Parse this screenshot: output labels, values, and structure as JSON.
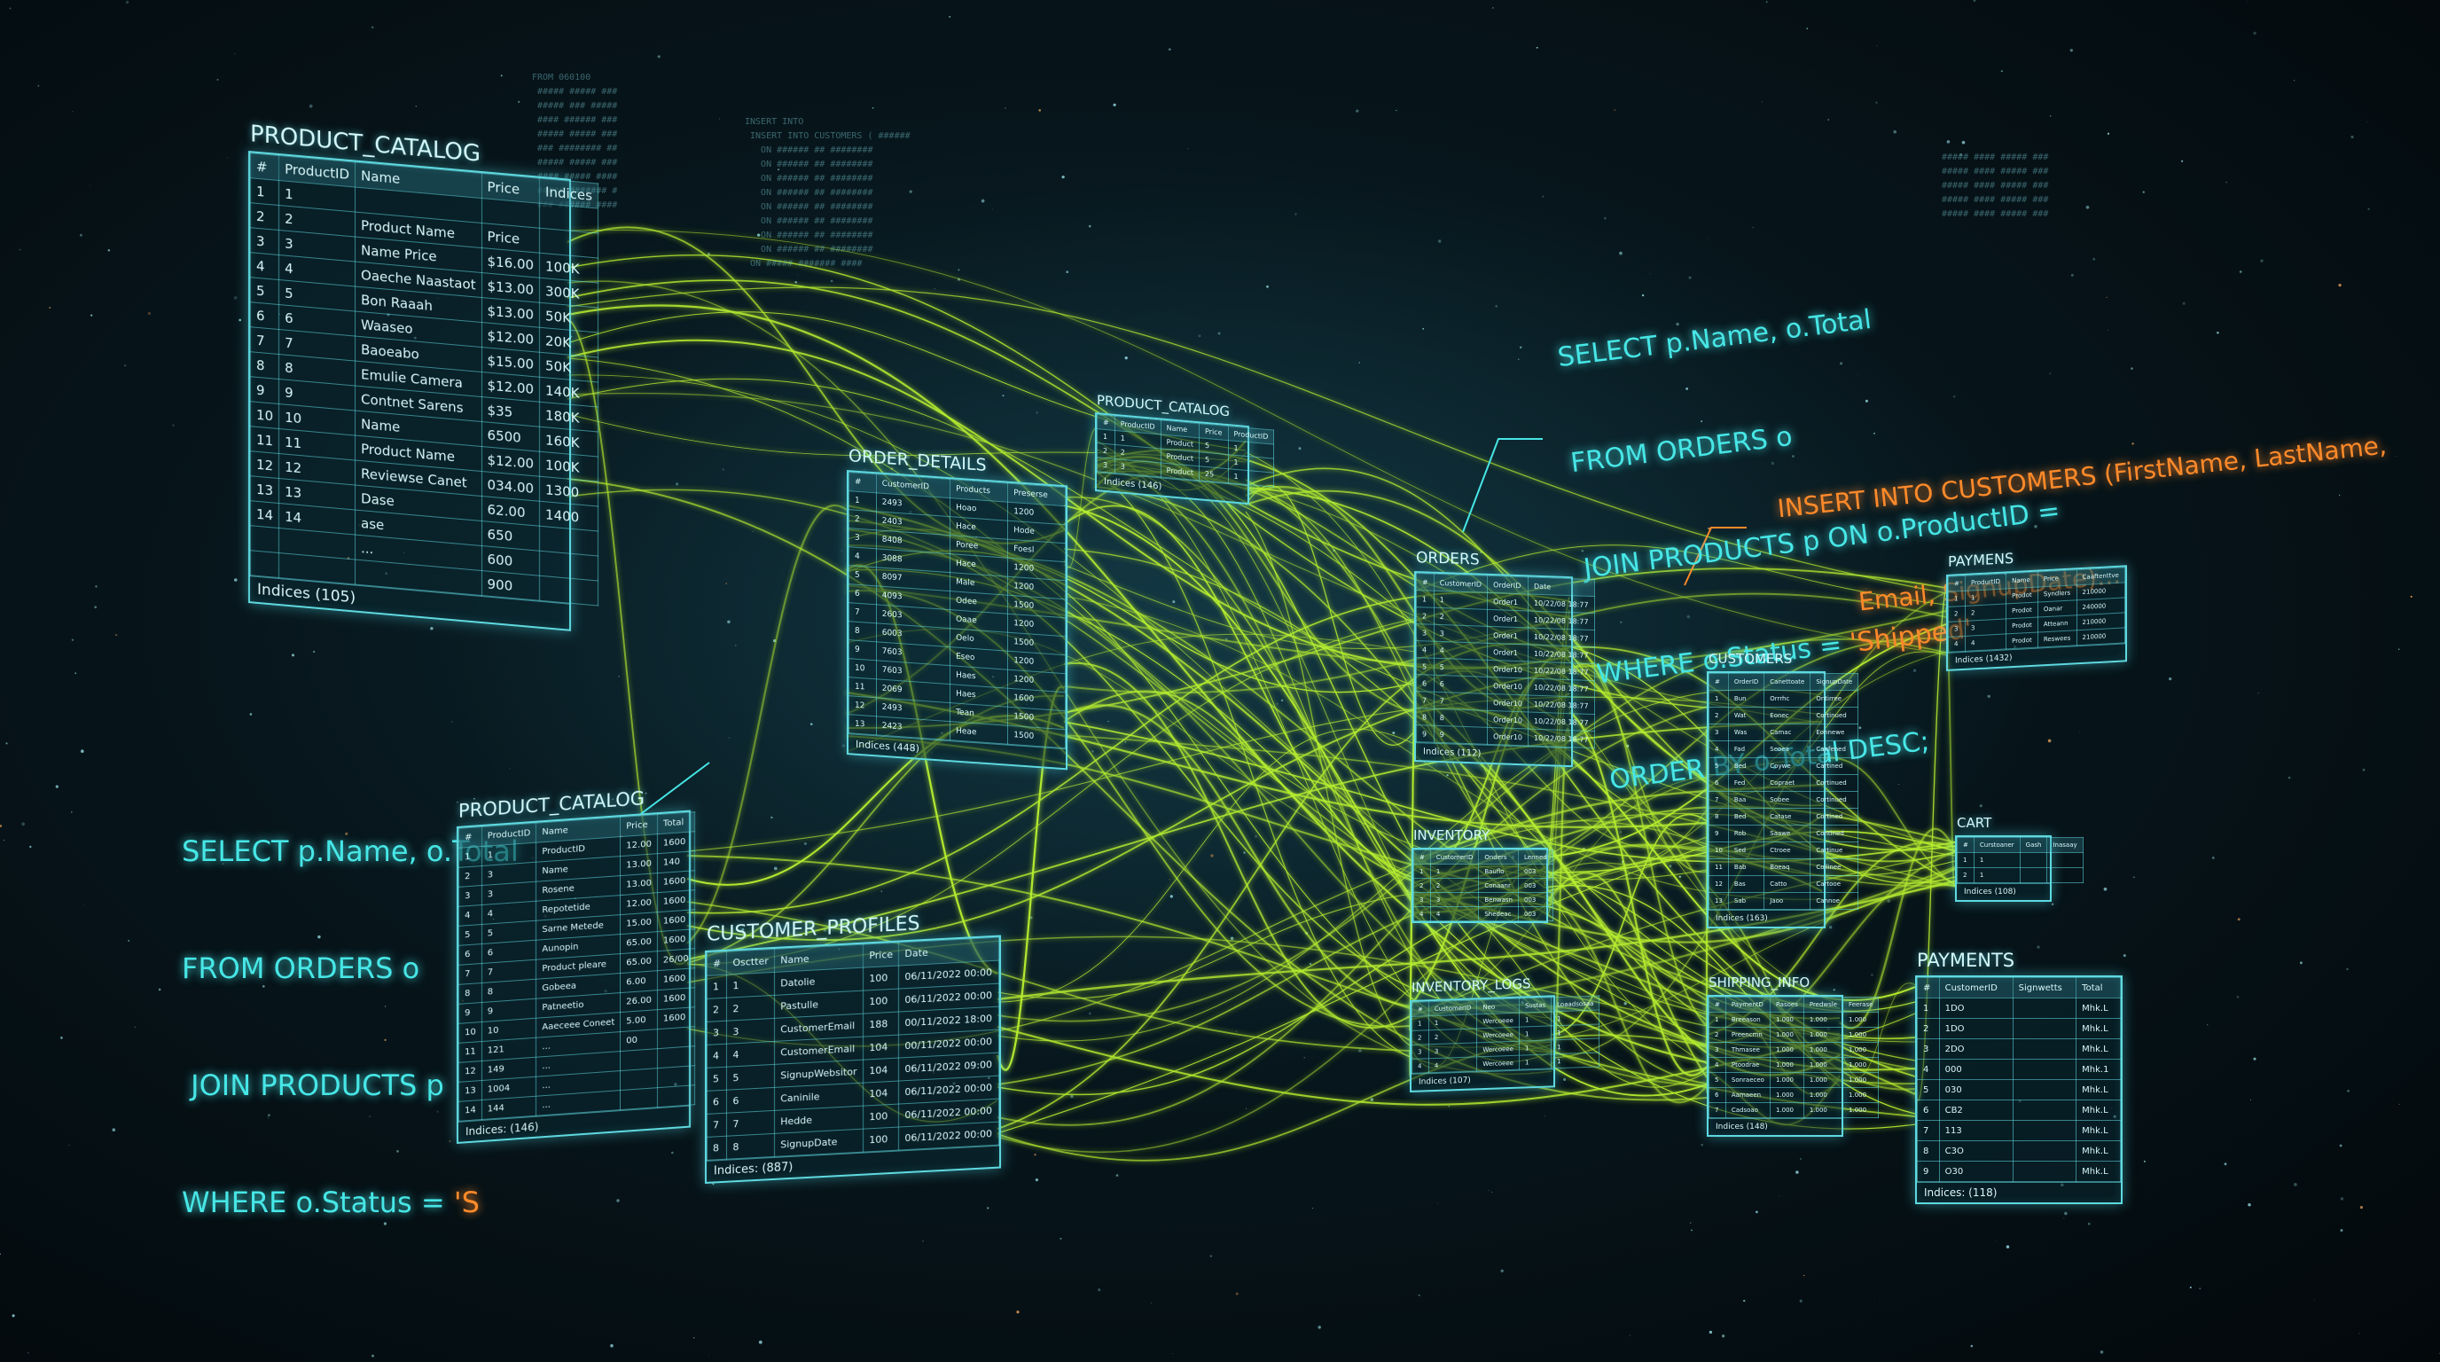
{
  "colors": {
    "panel_border": "#5fd9e0",
    "link_line": "#b8f030",
    "sql_cyan": "#47e6e6",
    "sql_orange": "#ff8a2a",
    "background": "#03080b"
  },
  "sql_top_right": {
    "lines": [
      "SELECT p.Name, o.Total",
      "FROM ORDERS o",
      "JOIN PRODUCTS p ON o.ProductID =",
      "WHERE o.Status = ",
      "ORDER BY o.Total DESC;"
    ],
    "shipped": "'Shipped'"
  },
  "sql_insert": {
    "lines": [
      "INSERT INTO CUSTOMERS (FirstName, LastName,",
      "Email, SignupDate)..."
    ]
  },
  "sql_left": {
    "lines": [
      "SELECT p.Name, o.Total",
      "FROM ORDERS o",
      " JOIN PRODUCTS p",
      "WHERE o.Status = "
    ],
    "tail": "'S"
  },
  "tables": {
    "product_catalog_main": {
      "title": "PRODUCT_CATALOG",
      "columns": [
        "#",
        "ProductID",
        "Name",
        "Price",
        "Indices"
      ],
      "rows": [
        [
          "1",
          "1",
          "",
          "",
          ""
        ],
        [
          "2",
          "2",
          "Product Name",
          "Price",
          ""
        ],
        [
          "3",
          "3",
          "Name Price",
          "$16.00",
          "100K"
        ],
        [
          "4",
          "4",
          "Oaeche Naastaot",
          "$13.00",
          "300K"
        ],
        [
          "5",
          "5",
          "Bon Raaah",
          "$13.00",
          "50K"
        ],
        [
          "6",
          "6",
          "Waaseo",
          "$12.00",
          "20K"
        ],
        [
          "7",
          "7",
          "Baoeabo",
          "$15.00",
          "50K"
        ],
        [
          "8",
          "8",
          "Emulie Camera",
          "$12.00",
          "140K"
        ],
        [
          "9",
          "9",
          "Contnet Sarens",
          "$35",
          "180K"
        ],
        [
          "10",
          "10",
          "Name",
          "6500",
          "160K"
        ],
        [
          "11",
          "11",
          "Product Name",
          "$12.00",
          "100K"
        ],
        [
          "12",
          "12",
          "Reviewse Canet",
          "034.00",
          "1300"
        ],
        [
          "13",
          "13",
          "Dase",
          "62.00",
          "1400"
        ],
        [
          "14",
          "14",
          "ase",
          "650",
          ""
        ],
        [
          "",
          "",
          "...",
          "600",
          ""
        ],
        [
          "",
          "",
          "",
          "900",
          ""
        ]
      ],
      "footer": "Indices (105)"
    },
    "product_catalog_small": {
      "title": "PRODUCT_CATALOG",
      "columns": [
        "#",
        "ProductID",
        "Name",
        "Price",
        "ProductID"
      ],
      "rows": [
        [
          "1",
          "1",
          "Product",
          "5",
          "1"
        ],
        [
          "2",
          "2",
          "Product",
          "5",
          "1"
        ],
        [
          "3",
          "3",
          "Product",
          "25",
          "1"
        ]
      ],
      "footer": "Indices (146)"
    },
    "order_details": {
      "title": "ORDER_DETAILS",
      "columns": [
        "#",
        "CustomerID",
        "Products",
        "Preserse"
      ],
      "rows": [
        [
          "1",
          "2493",
          "Hoao",
          "1200"
        ],
        [
          "2",
          "2403",
          "Hace",
          "Hode"
        ],
        [
          "3",
          "8408",
          "Poree",
          "Foesl"
        ],
        [
          "4",
          "3088",
          "Hace",
          "1200"
        ],
        [
          "5",
          "8097",
          "Male",
          "1200"
        ],
        [
          "6",
          "4093",
          "Odee",
          "1500"
        ],
        [
          "7",
          "2603",
          "Oaae",
          "1200"
        ],
        [
          "8",
          "6003",
          "Oelo",
          "1500"
        ],
        [
          "9",
          "7603",
          "Eseo",
          "1200"
        ],
        [
          "10",
          "7603",
          "Haes",
          "1200"
        ],
        [
          "11",
          "2069",
          "Haes",
          "1600"
        ],
        [
          "12",
          "2493",
          "Tean",
          "1500"
        ],
        [
          "13",
          "2423",
          "Heae",
          "1500"
        ]
      ],
      "footer": "Indices (448)"
    },
    "product_catalog_left": {
      "title": "PRODUCT_CATALOG",
      "columns": [
        "#",
        "ProductID",
        "Name",
        "Price",
        "Total"
      ],
      "rows": [
        [
          "1",
          "1",
          "ProductID",
          "12.00",
          "1600"
        ],
        [
          "2",
          "3",
          "Name",
          "13.00",
          "140"
        ],
        [
          "3",
          "3",
          "Rosene",
          "13.00",
          "1600"
        ],
        [
          "4",
          "4",
          "Repotetide",
          "12.00",
          "1600"
        ],
        [
          "5",
          "5",
          "Sarne Metede",
          "15.00",
          "1600"
        ],
        [
          "6",
          "6",
          "Aunopin",
          "65.00",
          "1600"
        ],
        [
          "7",
          "7",
          "Product pleare",
          "65.00",
          "26/00"
        ],
        [
          "8",
          "8",
          "Gobeea",
          "6.00",
          "1600"
        ],
        [
          "9",
          "9",
          "Patneetio",
          "26.00",
          "1600"
        ],
        [
          "10",
          "10",
          "Aaeceee Coneet",
          "5.00",
          "1600"
        ],
        [
          "11",
          "121",
          "...",
          "00",
          ""
        ],
        [
          "12",
          "149",
          "...",
          "",
          ""
        ],
        [
          "13",
          "1004",
          "...",
          "",
          ""
        ],
        [
          "14",
          "144",
          "...",
          "",
          ""
        ]
      ],
      "footer": "Indices: (146)"
    },
    "customer_profiles": {
      "title": "CUSTOMER_PROFILES",
      "columns": [
        "#",
        "Osctter",
        "Name",
        "Price",
        "Date"
      ],
      "rows": [
        [
          "1",
          "1",
          "Datolie",
          "100",
          "06/11/2022 00:00"
        ],
        [
          "2",
          "2",
          "Pastulle",
          "100",
          "06/11/2022 00:00"
        ],
        [
          "3",
          "3",
          "CustomerEmail",
          "188",
          "00/11/2022 18:00"
        ],
        [
          "4",
          "4",
          "CustomerEmail",
          "104",
          "00/11/2022 00:00"
        ],
        [
          "5",
          "5",
          "SignupWebsitor",
          "104",
          "06/11/2022 09:00"
        ],
        [
          "6",
          "6",
          "Caninile",
          "104",
          "06/11/2022 00:00"
        ],
        [
          "7",
          "7",
          "Hedde",
          "100",
          "06/11/2022 00:00"
        ],
        [
          "8",
          "8",
          "SignupDate",
          "100",
          "06/11/2022 00:00"
        ]
      ],
      "footer": "Indices: (887)"
    },
    "orders": {
      "title": "ORDERS",
      "columns": [
        "#",
        "CustomerID",
        "OrderID",
        "Date"
      ],
      "rows": [
        [
          "1",
          "1",
          "Order1",
          "10/22/08 18:77"
        ],
        [
          "2",
          "2",
          "Order1",
          "10/22/08 18:77"
        ],
        [
          "3",
          "3",
          "Order1",
          "10/22/08 18:77"
        ],
        [
          "4",
          "4",
          "Order1",
          "10/22/08 18:77"
        ],
        [
          "5",
          "5",
          "Order10",
          "10/22/08 18:77"
        ],
        [
          "6",
          "6",
          "Order10",
          "10/22/08 18:77"
        ],
        [
          "7",
          "7",
          "Order10",
          "10/22/08 18:77"
        ],
        [
          "8",
          "8",
          "Order10",
          "10/22/08 18:77"
        ],
        [
          "9",
          "9",
          "Order10",
          "10/22/08 18:77"
        ]
      ],
      "footer": "Indices (112)"
    },
    "inventory": {
      "title": "INVENTORY",
      "columns": [
        "#",
        "CustomerID",
        "Onders",
        "Lenned"
      ],
      "rows": [
        [
          "1",
          "1",
          "Bauflo",
          "003"
        ],
        [
          "2",
          "2",
          "Conaanr",
          "003"
        ],
        [
          "3",
          "3",
          "Benwasn",
          "003"
        ],
        [
          "4",
          "4",
          "Shedeac",
          "003"
        ]
      ],
      "footer": ""
    },
    "inventory_logs": {
      "title": "INVENTORY_LOGS",
      "columns": [
        "#",
        "CustomerID",
        "Neo",
        "Sustas",
        "Loaadsosaa"
      ],
      "rows": [
        [
          "1",
          "1",
          "Wercoeee",
          "1",
          "1"
        ],
        [
          "2",
          "2",
          "Wercoeee",
          "1",
          "1"
        ],
        [
          "3",
          "3",
          "Wercoeee",
          "1",
          "1"
        ],
        [
          "4",
          "4",
          "Wercoeee",
          "1",
          "1"
        ]
      ],
      "footer": "Indices (107)"
    },
    "customers": {
      "title": "CUSTOMERS",
      "columns": [
        "#",
        "OrderID",
        "Canettoate",
        "SignupDate"
      ],
      "rows": [
        [
          "1",
          "Bun",
          "Orrrhc",
          "Ontirree"
        ],
        [
          "2",
          "Wat",
          "Eonec",
          "Cortinued"
        ],
        [
          "3",
          "Was",
          "Camac",
          "Eonnewe"
        ],
        [
          "4",
          "Fad",
          "Seoea",
          "Canfened"
        ],
        [
          "5",
          "Bed",
          "Coywe",
          "Cartined"
        ],
        [
          "6",
          "Fed",
          "Copraet",
          "Cortinued"
        ],
        [
          "7",
          "Baa",
          "Sobee",
          "Cortinued"
        ],
        [
          "8",
          "Bed",
          "Catase",
          "Cortined"
        ],
        [
          "9",
          "Rob",
          "Saawe",
          "Contined"
        ],
        [
          "10",
          "Sed",
          "Ctroee",
          "Cartinue"
        ],
        [
          "11",
          "Bab",
          "Boeaq",
          "Coilinee"
        ],
        [
          "12",
          "Bas",
          "Catto",
          "Cartooe"
        ],
        [
          "13",
          "Sab",
          "Jaoo",
          "Cannoe"
        ]
      ],
      "footer": "Indices (163)"
    },
    "paymens": {
      "title": "PAYMENS",
      "columns": [
        "#",
        "ProdurtID",
        "Name",
        "Price",
        "Caaftenttve"
      ],
      "rows": [
        [
          "1",
          "1",
          "Prodot",
          "Syndlers",
          "210000"
        ],
        [
          "2",
          "2",
          "Prodot",
          "Oanar",
          "240000"
        ],
        [
          "3",
          "3",
          "Prodot",
          "Atteann",
          "210000"
        ],
        [
          "4",
          "4",
          "Prodot",
          "Reswees",
          "210000"
        ]
      ],
      "footer": "Indices (1432)"
    },
    "cart": {
      "title": "CART",
      "columns": [
        "#",
        "Curstoaner",
        "Gash",
        "Inasaay"
      ],
      "rows": [
        [
          "1",
          "1",
          "",
          ""
        ],
        [
          "2",
          "1",
          "",
          ""
        ]
      ],
      "footer": "Indices (108)"
    },
    "shipping_info": {
      "title": "SHIPPING_INFO",
      "columns": [
        "#",
        "PaymentD",
        "Rasoes",
        "Predwsle",
        "Feerase"
      ],
      "rows": [
        [
          "1",
          "Breeason",
          "1.000",
          "1.000",
          "1.000"
        ],
        [
          "2",
          "Preencmn",
          "1.000",
          "1.000",
          "1.000"
        ],
        [
          "3",
          "Thmasee",
          "1.000",
          "1.000",
          "1.000"
        ],
        [
          "4",
          "Ptoodrae",
          "1.000",
          "1.000",
          "1.000"
        ],
        [
          "5",
          "Sonraeceo",
          "1.000",
          "1.000",
          "1.000"
        ],
        [
          "6",
          "Aamaeen",
          "1.000",
          "1.000",
          "1.000"
        ],
        [
          "7",
          "Cadsoao",
          "1.000",
          "1.000",
          "1.000"
        ]
      ],
      "footer": "Indices (148)"
    },
    "payments": {
      "title": "PAYMENTS",
      "columns": [
        "#",
        "CustomerID",
        "Signwetts",
        "Total"
      ],
      "rows": [
        [
          "1",
          "1DO",
          "",
          "Mhk.L"
        ],
        [
          "2",
          "1DO",
          "",
          "Mhk.L"
        ],
        [
          "3",
          "2DO",
          "",
          "Mhk.L"
        ],
        [
          "4",
          "000",
          "",
          "Mhk.1"
        ],
        [
          "5",
          "030",
          "",
          "Mhk.L"
        ],
        [
          "6",
          "CB2",
          "",
          "Mhk.L"
        ],
        [
          "7",
          "113",
          "",
          "Mhk.L"
        ],
        [
          "8",
          "C3O",
          "",
          "Mhk.L"
        ],
        [
          "9",
          "O30",
          "",
          "Mhk.L"
        ]
      ],
      "footer": "Indices: (118)"
    }
  }
}
